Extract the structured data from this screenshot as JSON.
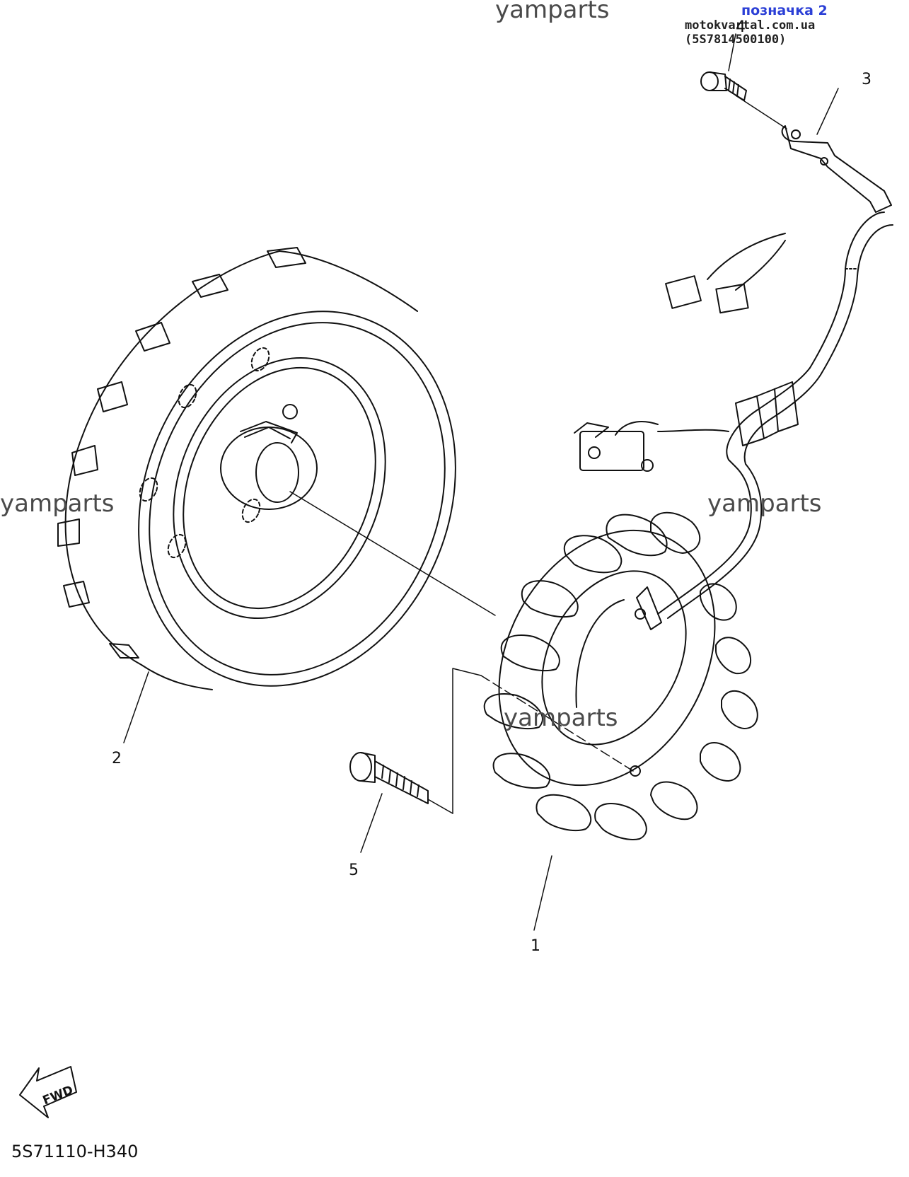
{
  "header": {
    "tag_link": "позначка 2",
    "site_ref": "motokvartal.com.ua (5S7814500100)"
  },
  "watermarks": [
    "yamparts",
    "yamparts",
    "yamparts",
    "yamparts"
  ],
  "callouts": {
    "stator": "1",
    "rotor": "2",
    "plate": "3",
    "screw_small": "4",
    "bolt": "5"
  },
  "direction_badge": "FWD",
  "diagram_code": "5S71110-H340",
  "colors": {
    "line": "#111111",
    "watermark": "#4a4a4a",
    "link": "#2b3fd6"
  }
}
